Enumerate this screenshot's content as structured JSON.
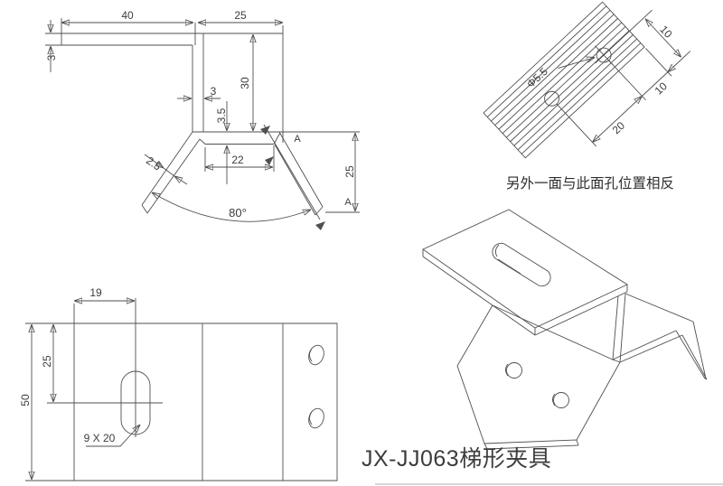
{
  "title": {
    "text": "JX-JJ063梯形夹具",
    "color": "#f4484b"
  },
  "profile_view": {
    "dims": {
      "width_top": "40",
      "width_right": "25",
      "thickness_top": "3",
      "height": "30",
      "web_thickness": "3",
      "hat_thickness": "3.5",
      "opening_width": "22",
      "wing_thickness": "2.5",
      "angle": "80°",
      "wing_length": "25"
    },
    "section_label": "A"
  },
  "wing_view": {
    "dims": {
      "hole_dia": "Φ5.5",
      "edge_offset": "10",
      "hole_offset": "10",
      "hole_spacing": "20"
    },
    "note": "另外一面与此面孔位置相反"
  },
  "flat_view": {
    "dims": {
      "slot_offset_x": "19",
      "slot_offset_y": "25",
      "plate_width": "50",
      "slot_size": "9 X 20"
    }
  }
}
